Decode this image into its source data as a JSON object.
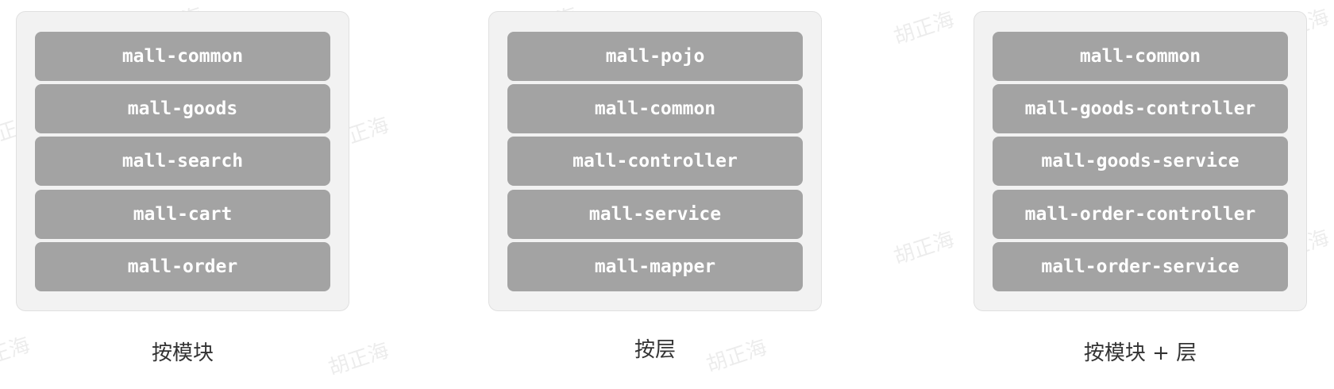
{
  "panels": [
    {
      "caption": "按模块",
      "modules": [
        "mall-common",
        "mall-goods",
        "mall-search",
        "mall-cart",
        "mall-order"
      ]
    },
    {
      "caption": "按层",
      "modules": [
        "mall-pojo",
        "mall-common",
        "mall-controller",
        "mall-service",
        "mall-mapper"
      ]
    },
    {
      "caption": "按模块 + 层",
      "modules": [
        "mall-common",
        "mall-goods-controller",
        "mall-goods-service",
        "mall-order-controller",
        "mall-order-service"
      ]
    }
  ],
  "watermark": "胡正海",
  "colors": {
    "panel_bg": "#f2f2f2",
    "module_bg": "#a3a3a3",
    "module_text": "#ffffff",
    "caption_text": "#333333"
  }
}
